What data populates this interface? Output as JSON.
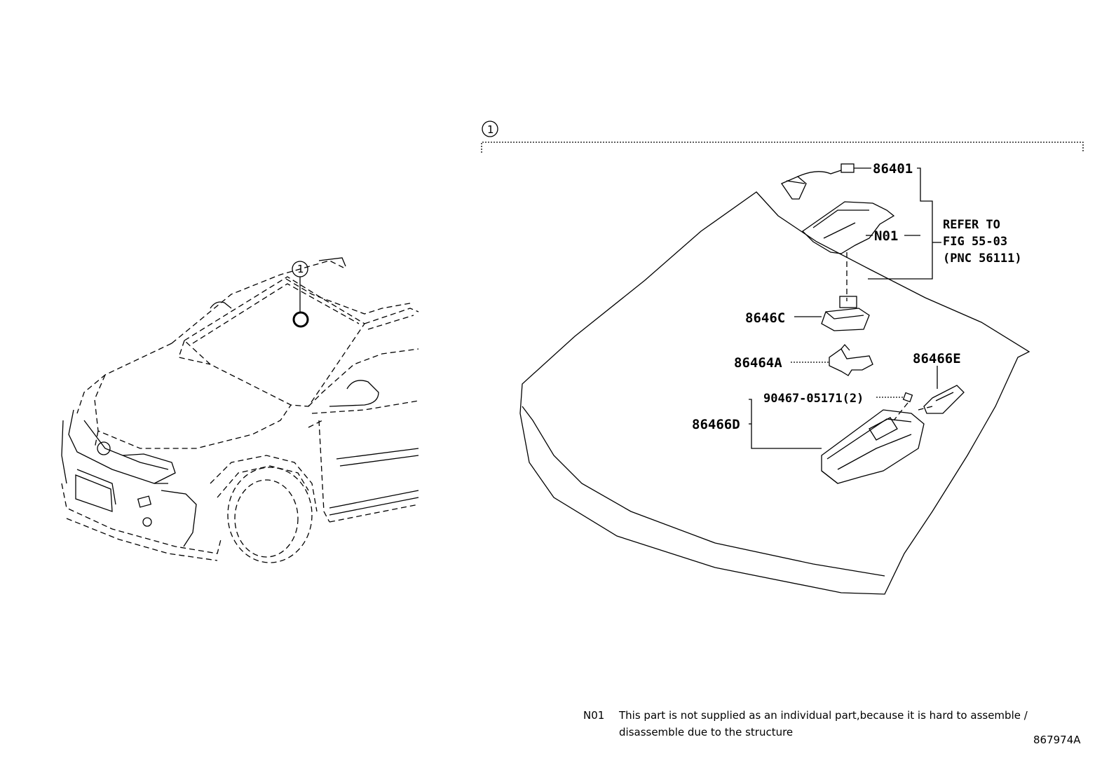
{
  "callouts": {
    "car_index": "1",
    "group_index": "1"
  },
  "parts": {
    "p86401": "86401",
    "pN01": "N01",
    "p8646C": "8646C",
    "p86464A": "86464A",
    "p86466E": "86466E",
    "p90467": "90467-05171(2)",
    "p86466D": "86466D"
  },
  "reference": {
    "line1": "REFER TO",
    "line2": "FIG 55-03",
    "line3": "(PNC 56111)"
  },
  "note": {
    "code": "N01",
    "line1": "This part is not supplied as an individual part,because it is hard to assemble /",
    "line2": "disassemble due to the structure"
  },
  "illustration_id": "867974A"
}
